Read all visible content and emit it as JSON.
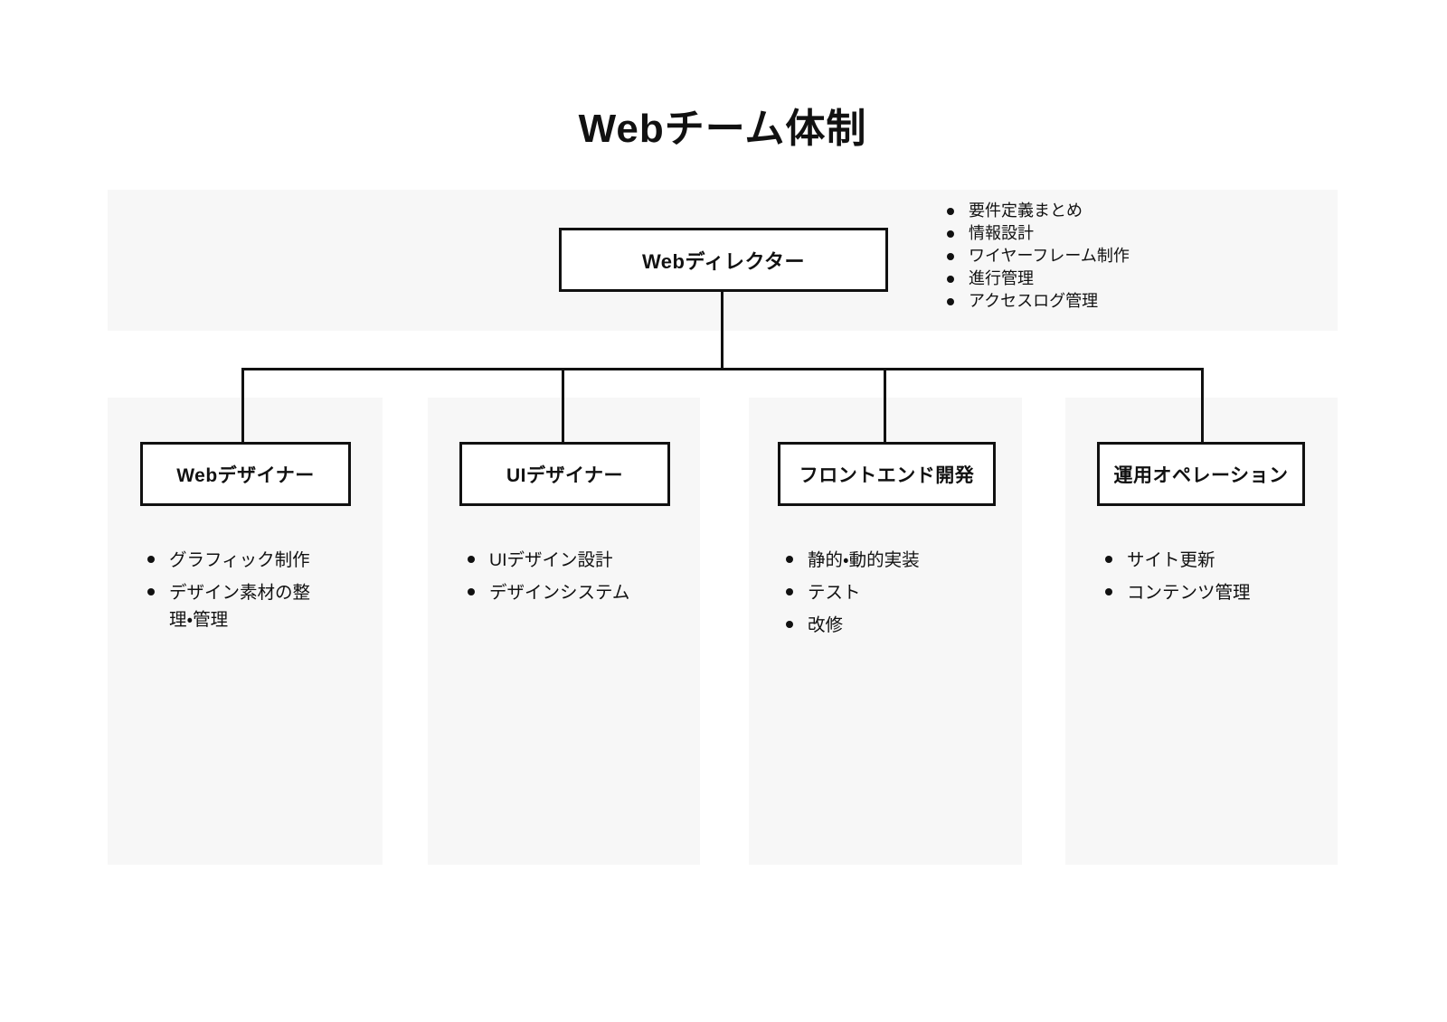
{
  "title": "Webチーム体制",
  "colors": {
    "panel_bg": "#f7f7f7",
    "line": "#111111",
    "box_bg": "#ffffff",
    "text": "#111111"
  },
  "director": {
    "label": "Webディレクター",
    "tasks": [
      "要件定義まとめ",
      "情報設計",
      "ワイヤーフレーム制作",
      "進行管理",
      "アクセスログ管理"
    ]
  },
  "teams": [
    {
      "label": "Webデザイナー",
      "tasks": [
        "グラフィック制作",
        "デザイン素材の整理・管理"
      ]
    },
    {
      "label": "UIデザイナー",
      "tasks": [
        "UIデザイン設計",
        "デザインシステム"
      ]
    },
    {
      "label": "フロントエンド開発",
      "tasks": [
        "静的・動的実装",
        "テスト",
        "改修"
      ]
    },
    {
      "label": "運用オペレーション",
      "tasks": [
        "サイト更新",
        "コンテンツ管理"
      ]
    }
  ]
}
